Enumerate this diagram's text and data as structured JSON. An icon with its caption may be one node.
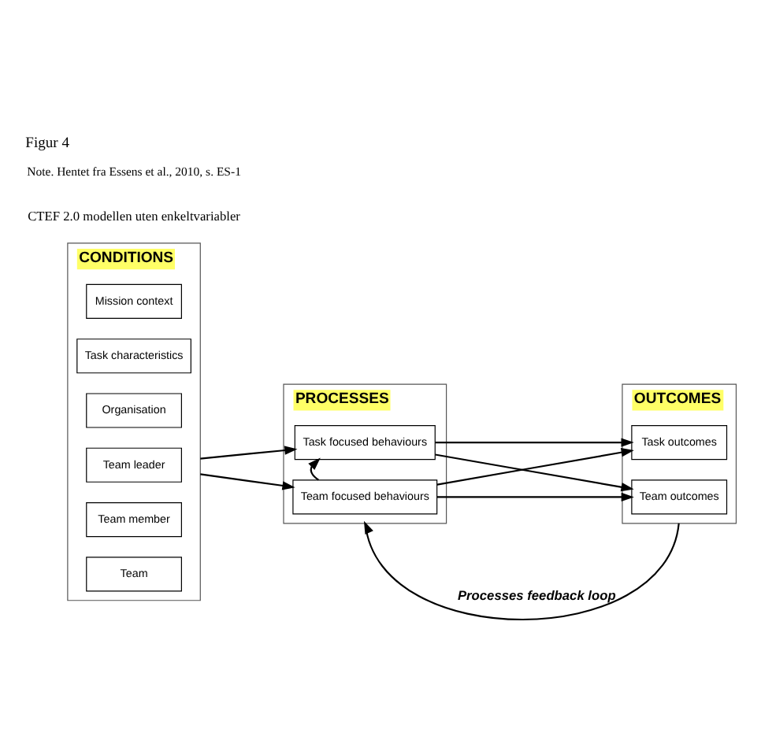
{
  "diagram": {
    "title": "Figur 4",
    "caption": "Note. Hentet fra Essens et al., 2010, s. ES-1",
    "nodes": [
      {
        "text": [
          "CONDITIONS"
        ]
      },
      {
        "text": [
          "Mission context"
        ],
        "in": 0
      },
      {
        "text": [
          "Task characteristics"
        ],
        "in": 0
      },
      {
        "text": [
          "Organisation"
        ],
        "in": 0
      },
      {
        "text": [
          "Team leader"
        ],
        "in": 0
      },
      {
        "text": [
          "Team member"
        ],
        "in": 0
      },
      {
        "text": [
          "Team"
        ],
        "in": 0
      },
      {
        "text": [
          "PROCESSES"
        ]
      },
      {
        "text": [
          "Task focused behaviours"
        ],
        "in": 7
      },
      {
        "text": [
          "Team focused behaviours"
        ],
        "in": 7
      },
      {
        "text": [
          "OUTCOMES"
        ]
      },
      {
        "text": [
          "Task outcomes"
        ],
        "in": 10
      },
      {
        "text": [
          "Team outcomes"
        ],
        "in": 10
      }
    ],
    "edges": [
      {
        "from": 0,
        "to": 8,
        "arrow": "to"
      },
      {
        "from": 0,
        "to": 9,
        "arrow": "to"
      },
      {
        "from": 9,
        "to": 8,
        "arrow": "to"
      },
      {
        "from": 8,
        "to": 11,
        "arrow": "to"
      },
      {
        "from": 8,
        "to": 12,
        "arrow": "to"
      },
      {
        "from": 9,
        "to": 11,
        "arrow": "to"
      },
      {
        "from": 9,
        "to": 12,
        "arrow": "to"
      },
      {
        "from": 10,
        "to": 7,
        "arrow": "to",
        "label": "Processes feedback loop"
      }
    ],
    "labels": [
      "CTEF 2.0 modellen uten enkeltvariabler"
    ]
  }
}
